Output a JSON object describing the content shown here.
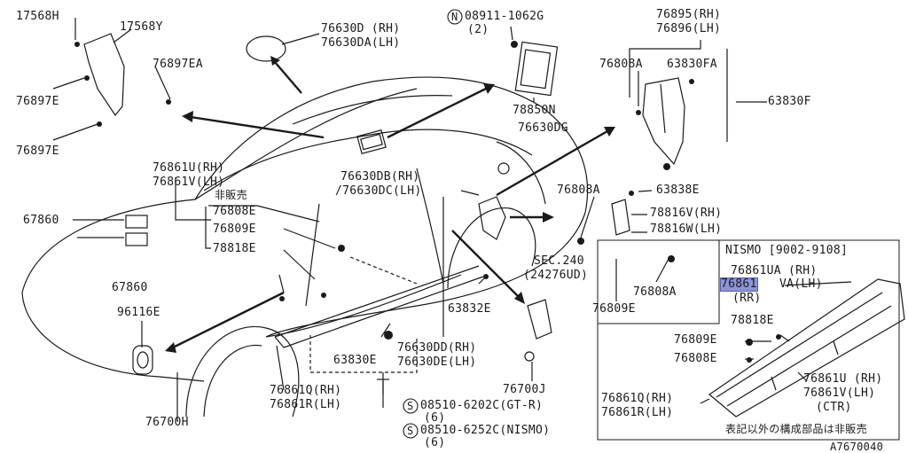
{
  "labels": {
    "p17568H": "17568H",
    "p17568Y": "17568Y",
    "p76897EA": "76897EA",
    "p76897E_a": "76897E",
    "p76897E_b": "76897E",
    "p76630D": "76630D (RH)",
    "p76630DA": "76630DA(LH)",
    "pN08911": "08911-1062G",
    "pN08911_qty": "(2)",
    "p78850N": "78850N",
    "p76630DG": "76630DG",
    "p76895": "76895(RH)",
    "p76896": "76896(LH)",
    "p76808A_top": "76808A",
    "p63830FA": "63830FA",
    "p63830F": "63830F",
    "p76861U_main": "76861U(RH)",
    "p76861V_main": "76861V(LH)",
    "p_not_for_sale": "非販売",
    "p76808E": "76808E",
    "p76809E": "76809E",
    "p78818E": "78818E",
    "p67860_a": "67860",
    "p67860_b": "67860",
    "p96116E": "96116E",
    "p76630DB": "76630DB(RH)",
    "p76630DC": "/76630DC(LH)",
    "p76808A_mid": "76808A",
    "p63838E": "63838E",
    "p78816V": "78816V(RH)",
    "p78816W": "78816W(LH)",
    "pSEC240": "SEC.240",
    "pSEC240_part": "(24276UD)",
    "p63832E": "63832E",
    "p76808A_low": "76808A",
    "p76809E_low": "76809E",
    "p76630DD": "76630DD(RH)",
    "p76630DE": "76630DE(LH)",
    "p63830E": "63830E",
    "p76700J": "76700J",
    "p76861Q": "76861Q(RH)",
    "p76861R": "76861R(LH)",
    "p76700H": "76700H",
    "pS08510_a": "08510-6202C(GT-R)",
    "pS08510_a_qty": "(6)",
    "pS08510_b": "08510-6252C(NISMO)",
    "pS08510_b_qty": "(6)",
    "circle_N": "N",
    "circle_S_a": "S",
    "circle_S_b": "S"
  },
  "nismo": {
    "header": "NISMO [9002-9108]",
    "p76861UA": "76861UA (RH)",
    "p76861VA_hl": "76861",
    "p76861VA_rest": "VA(LH)",
    "rr": "(RR)",
    "p78818E": "78818E",
    "p76809E": "76809E",
    "p76808E": "76808E",
    "p76861U": "76861U (RH)",
    "p76861V": "76861V(LH)",
    "ctr": "(CTR)",
    "p76861Q": "76861Q(RH)",
    "p76861R": "76861R(LH)",
    "footnote": "表記以外の構成部品は非販売"
  },
  "diagram_id": "A7670040",
  "colors": {
    "line": "#1a1a1a",
    "highlight": "#8f93d8",
    "background": "#ffffff"
  }
}
